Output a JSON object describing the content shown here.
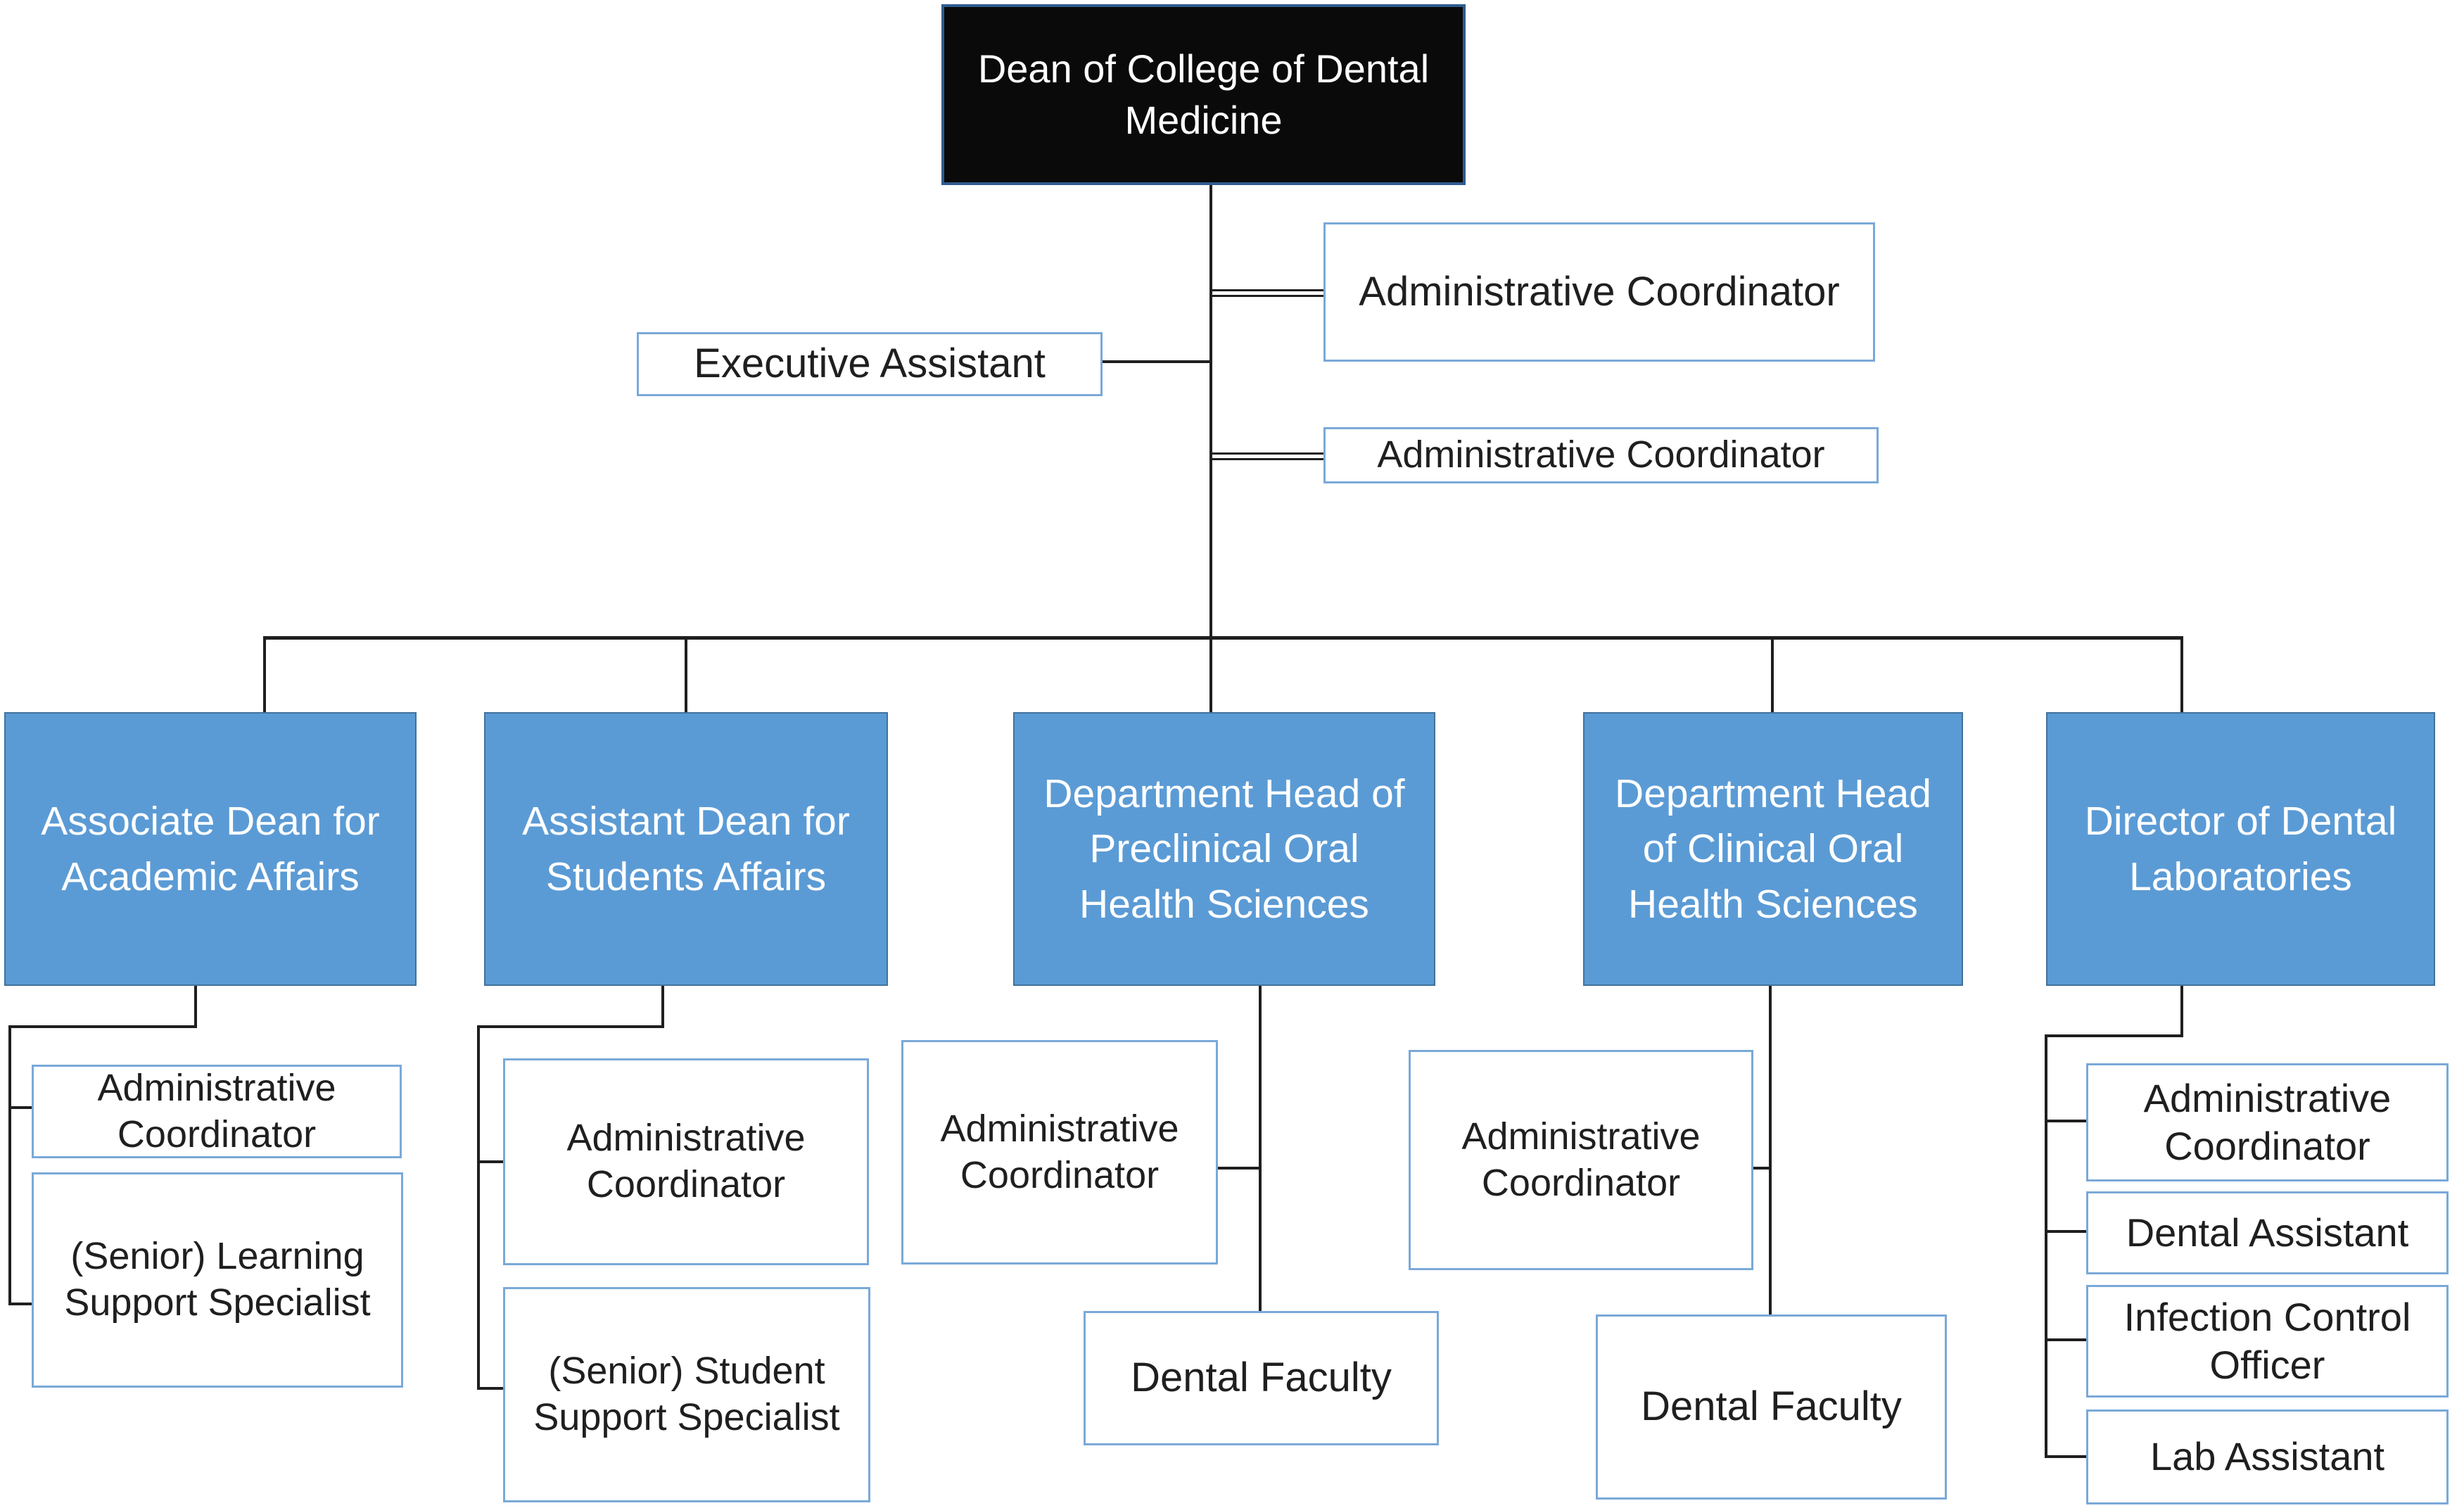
{
  "diagram": {
    "type": "org-chart",
    "root": "Dean of College of Dental Medicine",
    "dean_staff": {
      "admin_coordinator_top": "Administrative Coordinator",
      "executive_assistant": "Executive Assistant",
      "admin_coordinator_bottom": "Administrative Coordinator"
    },
    "divisions": [
      {
        "head": "Associate Dean for Academic Affairs",
        "reports": [
          "Administrative Coordinator",
          "(Senior) Learning Support Specialist"
        ]
      },
      {
        "head": "Assistant Dean for Students Affairs",
        "reports": [
          "Administrative Coordinator",
          "(Senior) Student Support Specialist"
        ]
      },
      {
        "head": "Department Head of Preclinical Oral Health Sciences",
        "reports": [
          "Administrative Coordinator",
          "Dental Faculty"
        ]
      },
      {
        "head": "Department Head of Clinical Oral Health Sciences",
        "reports": [
          "Administrative Coordinator",
          "Dental Faculty"
        ]
      },
      {
        "head": "Director of Dental Laboratories",
        "reports": [
          "Administrative Coordinator",
          "Dental Assistant",
          "Infection Control Officer",
          "Lab Assistant"
        ]
      }
    ],
    "colors": {
      "background": "#ffffff",
      "root_fill": "#0a0a0a",
      "root_border": "#2f5c8f",
      "division_fill": "#5b9bd5",
      "division_border": "#41719c",
      "leaf_border": "#7aa9d8",
      "connector": "#1f1f1f"
    }
  }
}
